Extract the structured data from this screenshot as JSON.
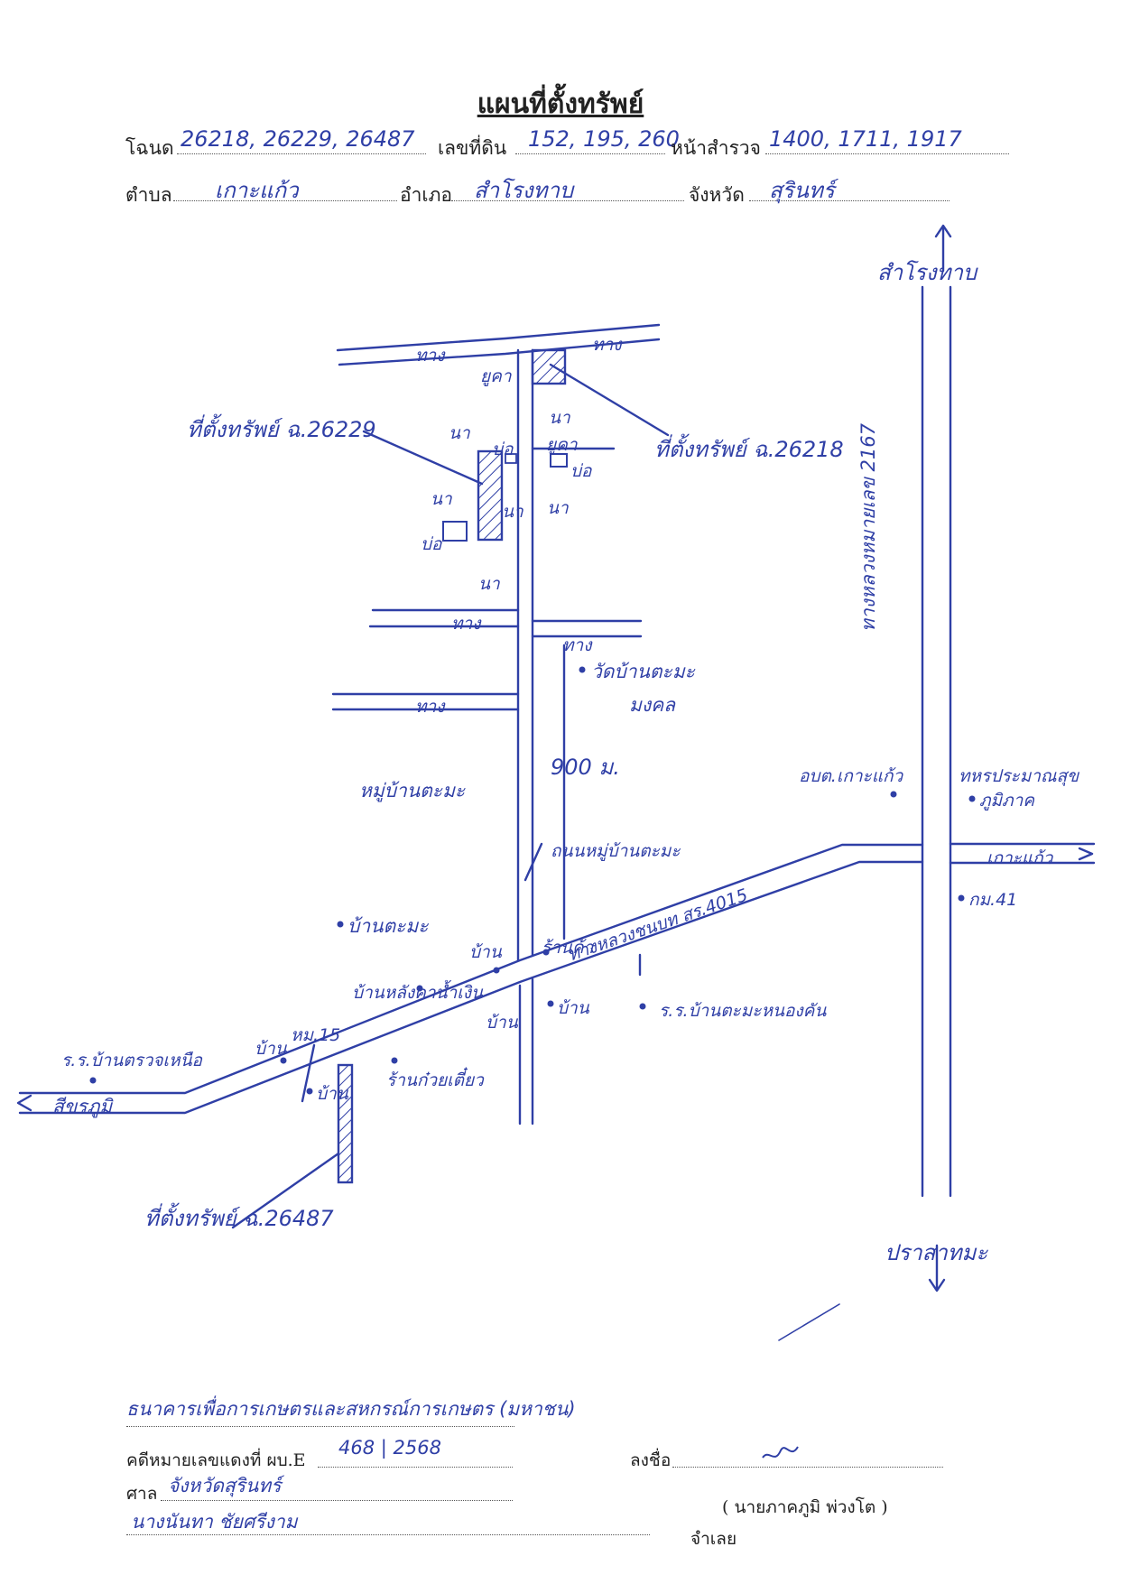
{
  "header": {
    "title": "แผนที่ตั้งทรัพย์",
    "deed_label": "โฉนด",
    "deed_numbers": "26218, 26229, 26487",
    "land_no_label": "เลขที่ดิน",
    "land_numbers": "152, 195, 260",
    "survey_label": "หน้าสำรวจ",
    "survey_numbers": "1400, 1711, 1917",
    "subdistrict_label": "ตำบล",
    "subdistrict": "เกาะแก้ว",
    "district_label": "อำเภอ",
    "district": "สำโรงทาบ",
    "province_label": "จังหวัด",
    "province": "สุรินทร์"
  },
  "map": {
    "labels": {
      "north_destination": "สำโรงทาบ",
      "south_destination": "ปราสาทมะ",
      "west_destination": "สีขรภูมิ",
      "east_destination": "เกาะแก้ว",
      "highway": "ทางหลวงหมายเลข 2167",
      "rural_road": "ทางหลวงชนบท สร.4015",
      "village_road": "ถนนหมู่บ้านตะมะ",
      "distance": "900 ม.",
      "field_track": "ทาง",
      "field": "นา",
      "pond": "บ่อ",
      "eucalyptus": "ยูคา",
      "property_1": "ที่ตั้งทรัพย์ ฉ.26229",
      "property_2": "ที่ตั้งทรัพย์ ฉ.26218",
      "property_3": "ที่ตั้งทรัพย์ ฉ.26487",
      "temple": "วัดบ้านตะมะ",
      "temple_sub": "มงคล",
      "village_group": "หมู่บ้านตะมะ",
      "village": "บ้านตะมะ",
      "house": "บ้าน",
      "shop": "ร้านค้า",
      "house_pattern": "บ้านหลังคาน้ำเงิน",
      "school_west": "ร.ร.บ้านตรวจเหนือ",
      "school_east": "ร.ร.บ้านตะมะหนองคัน",
      "village_no": "หม.15",
      "noodle_shop": "ร้านก๋วยเตี๋ยว",
      "sao": "อบต.เกาะแก้ว",
      "health": "ทหรประมาณสุข",
      "health_sub": "ภูมิภาค",
      "km_post": "กม.41"
    }
  },
  "footer": {
    "plaintiff": "ธนาคารเพื่อการเกษตรและสหกรณ์การเกษตร (มหาชน)",
    "case_label": "คดีหมายเลขแดงที่ ผบ.E",
    "case_no": "468 | 2568",
    "court_label": "ศาล",
    "court": "จังหวัดสุรินทร์",
    "defendant_name": "นางนันทา ชัยศรีงาม",
    "sign_label": "ลงชื่อ",
    "signer": "( นายภาคภูมิ พ่วงโต )",
    "defendant_label": "จำเลย"
  }
}
